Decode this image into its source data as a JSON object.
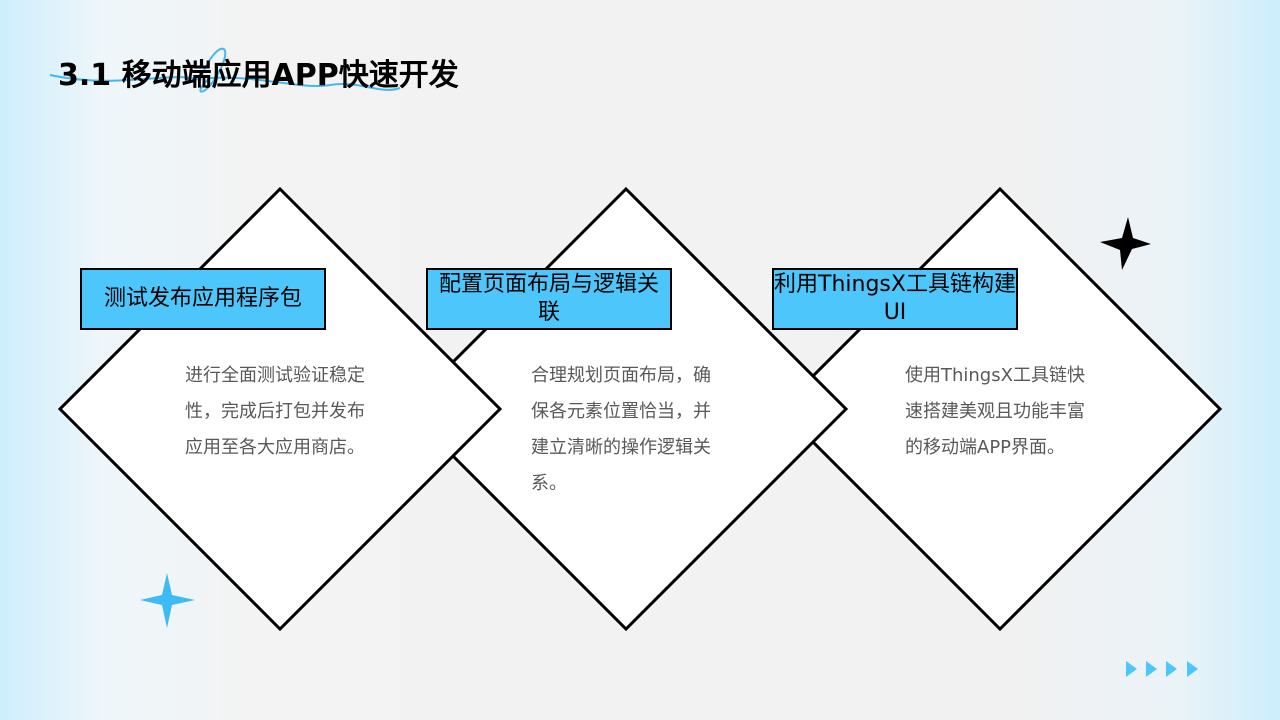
{
  "title": "3.1 移动端应用APP快速开发",
  "cards": [
    {
      "label": "测试发布应用程序包",
      "body": "进行全面测试验证稳定性，完成后打包并发布应用至各大应用商店。"
    },
    {
      "label": "配置页面布局与逻辑关联",
      "body": "合理规划页面布局，确保各元素位置恰当，并建立清晰的操作逻辑关系。"
    },
    {
      "label": "利用ThingsX工具链构建UI",
      "body": "使用ThingsX工具链快速搭建美观且功能丰富的移动端APP界面。"
    }
  ],
  "colors": {
    "accent": "#4dc6fb",
    "text": "#595959"
  }
}
